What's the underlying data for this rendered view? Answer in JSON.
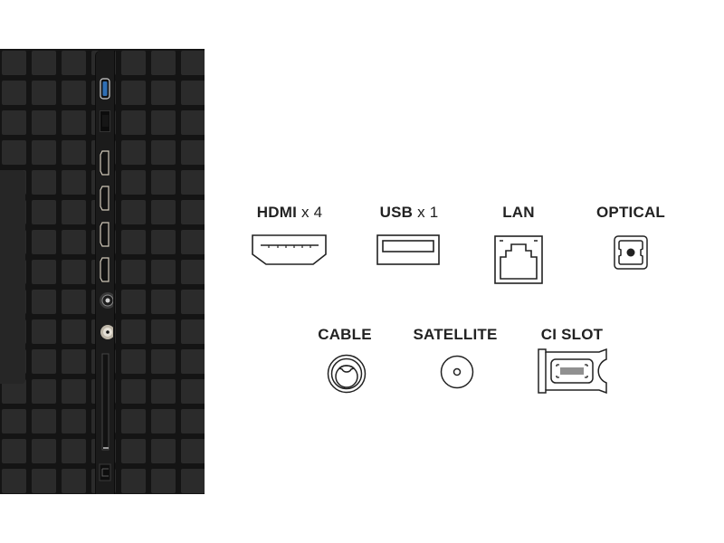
{
  "tv_panel": {
    "ports": [
      {
        "type": "usb",
        "icon": "usb-port-icon",
        "color": "#2f6fb5"
      },
      {
        "type": "lan",
        "icon": "lan-port-icon"
      },
      {
        "type": "hdmi",
        "icon": "hdmi-port-icon"
      },
      {
        "type": "hdmi",
        "icon": "hdmi-port-icon"
      },
      {
        "type": "hdmi",
        "icon": "hdmi-port-icon"
      },
      {
        "type": "hdmi",
        "icon": "hdmi-port-icon"
      },
      {
        "type": "cable",
        "icon": "coax-port-icon"
      },
      {
        "type": "satellite",
        "icon": "satellite-port-icon"
      },
      {
        "type": "ci_slot",
        "icon": "ci-slot-icon"
      },
      {
        "type": "optical",
        "icon": "optical-port-icon"
      }
    ]
  },
  "connectors": {
    "hdmi": {
      "name": "HDMI",
      "multiplier": "x 4",
      "icon": "hdmi-icon"
    },
    "usb": {
      "name": "USB",
      "multiplier": "x 1",
      "icon": "usb-icon"
    },
    "lan": {
      "name": "LAN",
      "icon": "lan-icon"
    },
    "optical": {
      "name": "OPTICAL",
      "icon": "optical-icon"
    },
    "cable": {
      "name": "CABLE",
      "icon": "cable-icon"
    },
    "satellite": {
      "name": "SATELLITE",
      "icon": "satellite-icon"
    },
    "ci_slot": {
      "name": "CI SLOT",
      "icon": "ci-slot-icon"
    }
  },
  "colors": {
    "panel": "#141414",
    "tile": "#2b2b2b",
    "usb_accent": "#2f6fb5",
    "label": "#222222"
  }
}
